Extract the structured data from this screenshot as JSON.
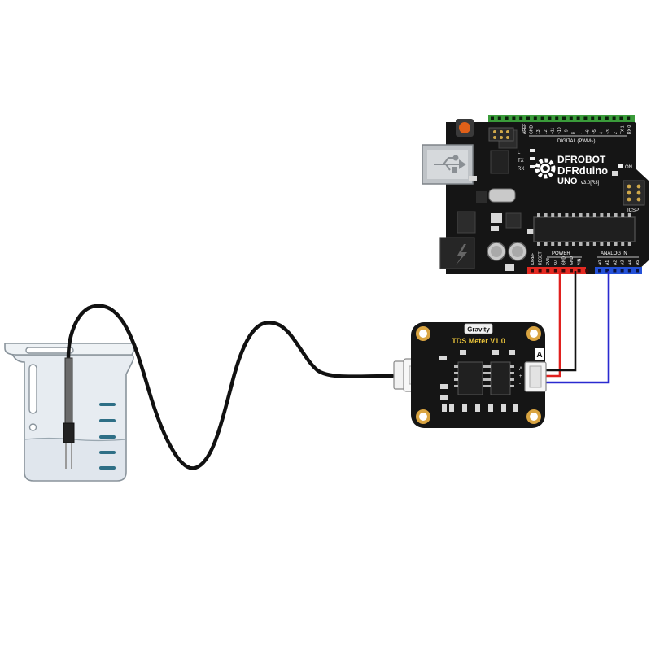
{
  "arduino": {
    "brand": "DFROBOT",
    "model": "DFRduino",
    "version_main": "UNO",
    "version_sub": "v3.0[R3]",
    "digital_header": "DIGITAL (PWM~)",
    "top_pins": [
      "AREF",
      "GND",
      "13",
      "12",
      "~11",
      "~10",
      "~9",
      "8",
      "7",
      "~6",
      "~5",
      "4",
      "~3",
      "2",
      "TX 1",
      "RX 0"
    ],
    "led_labels": [
      "L",
      "TX",
      "RX"
    ],
    "on_label": "ON",
    "icsp_label": "ICSP",
    "power_header": "POWER",
    "power_pins": [
      "IOREF",
      "RESET",
      "3V3",
      "5V",
      "GND",
      "GND",
      "VIN"
    ],
    "analog_header": "ANALOG IN",
    "analog_pins": [
      "A0",
      "A1",
      "A2",
      "A3",
      "A4",
      "A5"
    ]
  },
  "tds_board": {
    "brand_badge": "Gravity",
    "title": "TDS Meter V1.0",
    "connector_label": "A",
    "pin_labels": [
      "A",
      "+",
      "-"
    ]
  },
  "colors": {
    "board_black": "#151515",
    "wire_red": "#e0201e",
    "wire_black": "#111111",
    "wire_blue": "#2a2ad0",
    "header_red": "#e52a22",
    "header_blue": "#2451d8",
    "header_green": "#3a9b3a",
    "beaker_fill": "#dfe6ec",
    "water_marks": "#2e6f86",
    "mount_hole": "#d9a441"
  }
}
